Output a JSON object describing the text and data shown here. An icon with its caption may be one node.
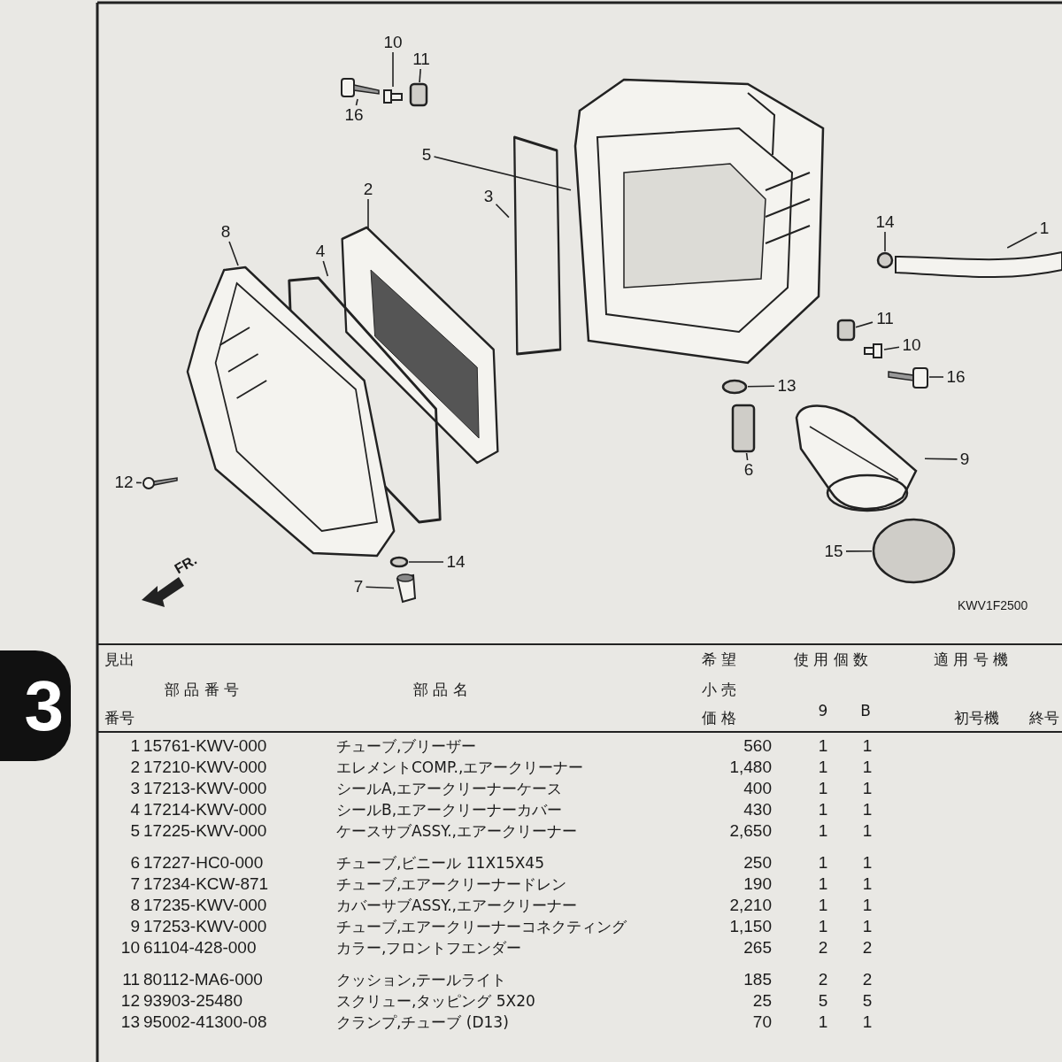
{
  "diagram": {
    "nodes": [
      {
        "text": [
          "10"
        ]
      },
      {
        "text": [
          "11"
        ]
      },
      {
        "text": [
          "16"
        ]
      },
      {
        "text": [
          "5"
        ]
      },
      {
        "text": [
          "3"
        ]
      },
      {
        "text": [
          "8"
        ]
      },
      {
        "text": [
          "2"
        ]
      },
      {
        "text": [
          "4"
        ]
      },
      {
        "text": [
          "14"
        ]
      },
      {
        "text": [
          "1"
        ]
      },
      {
        "text": [
          "11"
        ]
      },
      {
        "text": [
          "10"
        ]
      },
      {
        "text": [
          "16"
        ]
      },
      {
        "text": [
          "13"
        ]
      },
      {
        "text": [
          "6"
        ]
      },
      {
        "text": [
          "9"
        ]
      },
      {
        "text": [
          "15"
        ]
      },
      {
        "text": [
          "12"
        ]
      },
      {
        "text": [
          "14"
        ]
      },
      {
        "text": [
          "7"
        ]
      },
      {
        "text": [],
        "shape": "picture"
      },
      {
        "text": [],
        "shape": "picture"
      },
      {
        "text": [],
        "shape": "picture"
      },
      {
        "text": [],
        "shape": "picture"
      },
      {
        "text": [],
        "shape": "picture"
      },
      {
        "text": [],
        "shape": "picture"
      },
      {
        "text": [],
        "shape": "circle"
      },
      {
        "text": [],
        "shape": "box"
      },
      {
        "text": [],
        "shape": "picture"
      },
      {
        "text": [],
        "shape": "picture"
      },
      {
        "text": [],
        "shape": "box"
      },
      {
        "text": [],
        "shape": "picture"
      },
      {
        "text": [],
        "shape": "picture"
      },
      {
        "text": [],
        "shape": "circle"
      },
      {
        "text": [],
        "shape": "box"
      },
      {
        "text": [],
        "shape": "picture"
      },
      {
        "text": [],
        "shape": "circle"
      },
      {
        "text": [],
        "shape": "picture"
      },
      {
        "text": [],
        "shape": "circle"
      },
      {
        "text": [],
        "shape": "picture"
      }
    ],
    "edges": [
      {
        "from": 0,
        "to": 28,
        "arrow": "none"
      },
      {
        "from": 1,
        "to": 27,
        "arrow": "none"
      },
      {
        "from": 2,
        "to": 29,
        "arrow": "none"
      },
      {
        "from": 3,
        "to": 20,
        "arrow": "none"
      },
      {
        "from": 4,
        "to": 21,
        "arrow": "none"
      },
      {
        "from": 5,
        "to": 24,
        "arrow": "none"
      },
      {
        "from": 6,
        "to": 22,
        "arrow": "none"
      },
      {
        "from": 7,
        "to": 23,
        "arrow": "none"
      },
      {
        "from": 8,
        "to": 26,
        "arrow": "none"
      },
      {
        "from": 9,
        "to": 25,
        "arrow": "none"
      },
      {
        "from": 10,
        "to": 30,
        "arrow": "none"
      },
      {
        "from": 11,
        "to": 31,
        "arrow": "none"
      },
      {
        "from": 12,
        "to": 32,
        "arrow": "none"
      },
      {
        "from": 13,
        "to": 33,
        "arrow": "none"
      },
      {
        "from": 14,
        "to": 34,
        "arrow": "none"
      },
      {
        "from": 15,
        "to": 35,
        "arrow": "none"
      },
      {
        "from": 16,
        "to": 36,
        "arrow": "none"
      },
      {
        "from": 17,
        "to": 37,
        "arrow": "none"
      },
      {
        "from": 18,
        "to": 38,
        "arrow": "none"
      },
      {
        "from": 19,
        "to": 39,
        "arrow": "none"
      }
    ],
    "labels": [
      "FR.",
      "KWV1F2500",
      "3",
      "見出",
      "希 望",
      "使 用 個 数",
      "適 用 号 機",
      "部 品 番 号",
      "部 品 名",
      "小 売",
      "番号",
      "価 格",
      "9",
      "B",
      "初号機",
      "終号",
      "1",
      "15761-KWV-000",
      "チューブ,ブリーザー",
      "560",
      "1",
      "1",
      "2",
      "17210-KWV-000",
      "エレメントCOMP.,エアークリーナー",
      "1,480",
      "1",
      "1",
      "3",
      "17213-KWV-000",
      "シールA,エアークリーナーケース",
      "400",
      "1",
      "1",
      "4",
      "17214-KWV-000",
      "シールB,エアークリーナーカバー",
      "430",
      "1",
      "1",
      "5",
      "17225-KWV-000",
      "ケースサブASSY.,エアークリーナー",
      "2,650",
      "1",
      "1",
      "6",
      "17227-HC0-000",
      "チューブ,ビニール 11X15X45",
      "250",
      "1",
      "1",
      "7",
      "17234-KCW-871",
      "チューブ,エアークリーナードレン",
      "190",
      "1",
      "1",
      "8",
      "17235-KWV-000",
      "カバーサブASSY.,エアークリーナー",
      "2,210",
      "1",
      "1",
      "9",
      "17253-KWV-000",
      "チューブ,エアークリーナーコネクティング",
      "1,150",
      "1",
      "1",
      "10",
      "61104-428-000",
      "カラー,フロントフエンダー",
      "265",
      "2",
      "2",
      "11",
      "80112-MA6-000",
      "クッション,テールライト",
      "185",
      "2",
      "2",
      "12",
      "93903-25480",
      "スクリュー,タッピング 5X20",
      "25",
      "5",
      "5",
      "13",
      "95002-41300-08",
      "クランプ,チューブ (D13)",
      "70",
      "1",
      "1"
    ]
  }
}
